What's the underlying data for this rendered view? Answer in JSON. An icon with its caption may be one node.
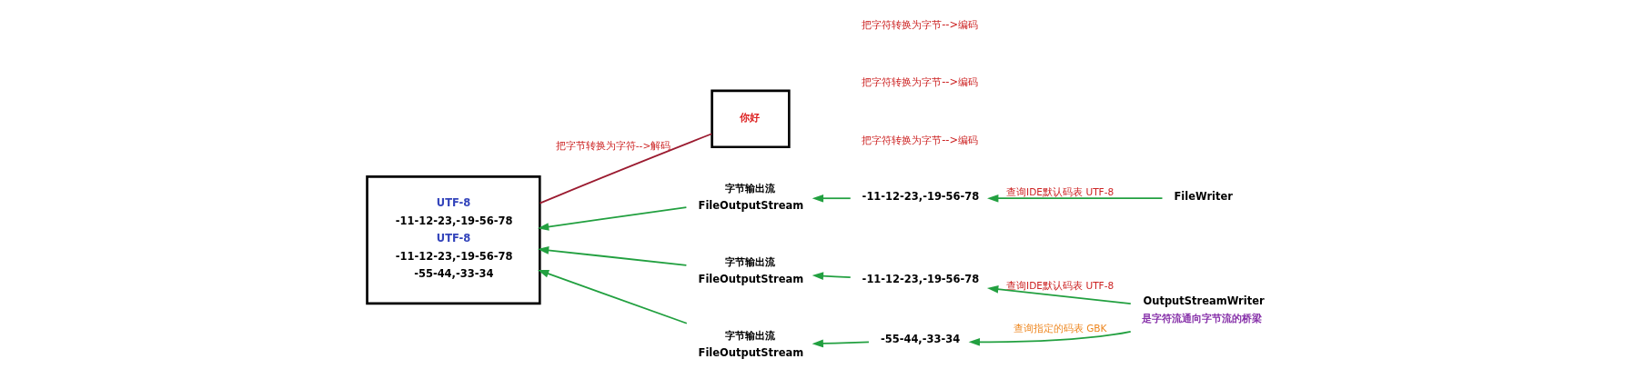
{
  "diagram": {
    "nodes": [
      {
        "text": [
          "UTF-8",
          "-11-12-23,-19-56-78",
          "UTF-8",
          "-11-12-23,-19-56-78",
          "-55-44,-33-34"
        ]
      },
      {
        "text": [
          "你好"
        ]
      },
      {
        "text": [
          "FileWriter"
        ]
      },
      {
        "text": [
          "-11-12-23,-19-56-78"
        ]
      },
      {
        "text": [
          "字节输出流",
          "FileOutputStream"
        ]
      },
      {
        "text": [
          "OutputStreamWriter"
        ],
        "beside": [
          "是字符流通向字节流的桥梁"
        ]
      },
      {
        "text": [
          "-11-12-23,-19-56-78"
        ]
      },
      {
        "text": [
          "字节输出流",
          "FileOutputStream"
        ]
      },
      {
        "text": [
          "-55-44,-33-34"
        ]
      },
      {
        "text": [
          "字节输出流",
          "FileOutputStream"
        ]
      }
    ],
    "edges": [
      {
        "from": 1,
        "to": 0,
        "arrow": "none",
        "label": "把字节转换为字符-->解码",
        "color": "#9b1b30"
      },
      {
        "from": 2,
        "to": 3,
        "arrow": "to",
        "label": "查询IDE默认码表 UTF-8"
      },
      {
        "from": 3,
        "to": 4,
        "arrow": "to"
      },
      {
        "from": 4,
        "to": 0,
        "arrow": "to"
      },
      {
        "from": 5,
        "to": 6,
        "arrow": "to",
        "label": "查询IDE默认码表 UTF-8"
      },
      {
        "from": 6,
        "to": 7,
        "arrow": "to"
      },
      {
        "from": 7,
        "to": 0,
        "arrow": "to"
      },
      {
        "from": 5,
        "to": 8,
        "arrow": "to",
        "label": "查询指定的码表 GBK"
      },
      {
        "from": 8,
        "to": 9,
        "arrow": "to"
      },
      {
        "from": 9,
        "to": 0,
        "arrow": "to"
      }
    ],
    "labels": [
      "把字符转换为字节-->编码",
      "把字符转换为字节-->编码",
      "把字符转换为字节-->编码"
    ]
  }
}
